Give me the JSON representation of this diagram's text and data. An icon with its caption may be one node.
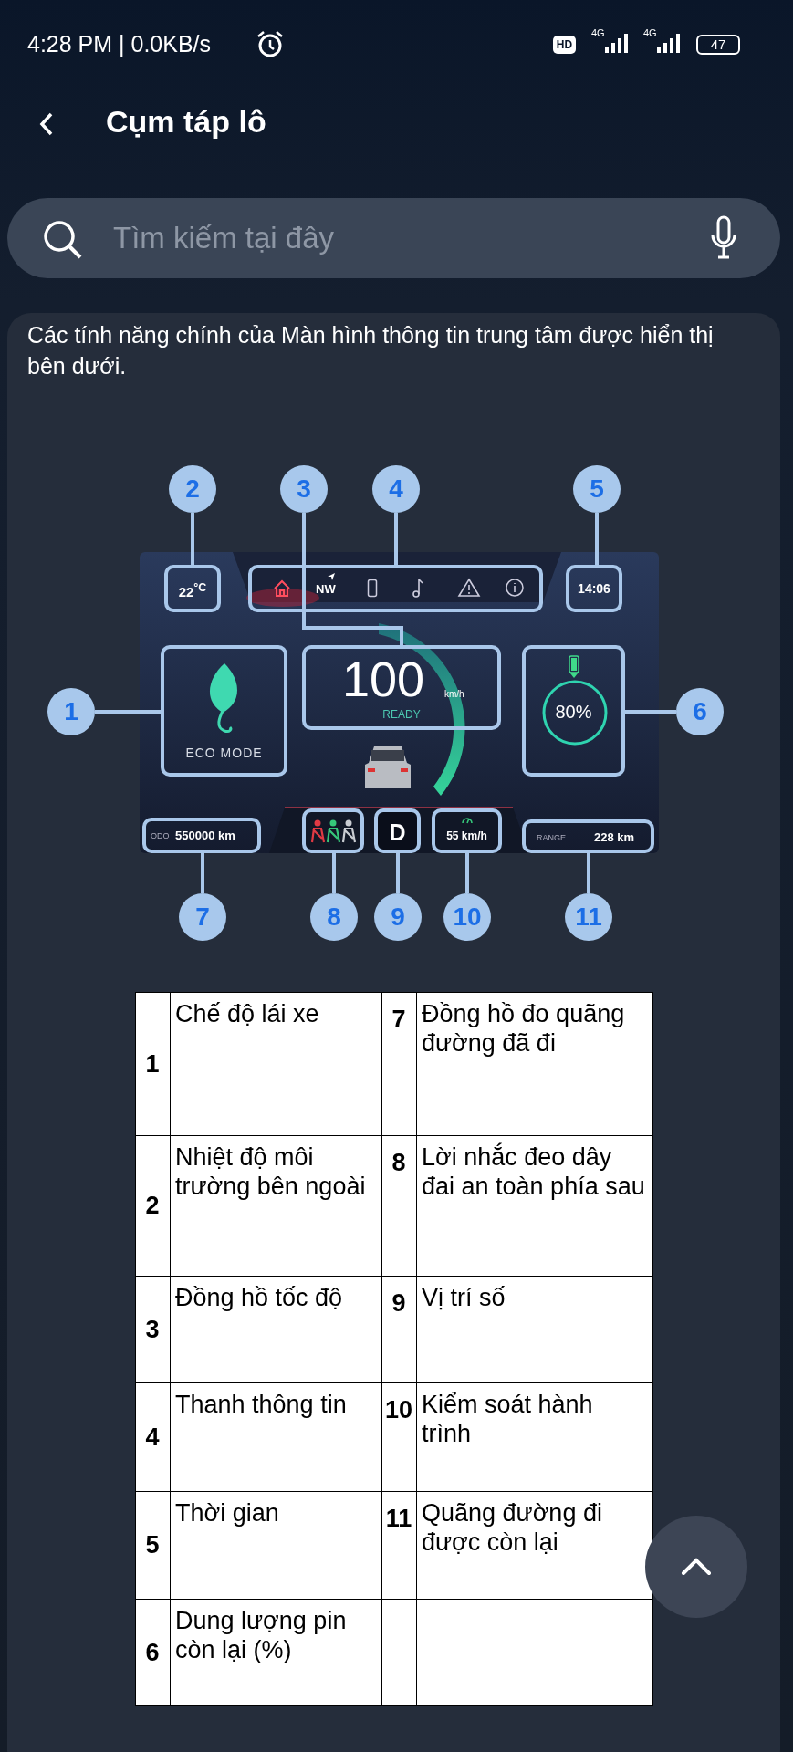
{
  "diagram": {
    "title": "Cụm táp lô",
    "nodes": [
      {
        "text": [
          "2"
        ]
      },
      {
        "text": [
          "3"
        ]
      },
      {
        "text": [
          "4"
        ]
      },
      {
        "text": [
          "5"
        ]
      },
      {
        "text": [
          "22$^{°C}$"
        ]
      },
      {
        "text": [
          "NW"
        ]
      },
      {
        "text": [
          "14:06"
        ]
      },
      {
        "text": [
          "1"
        ]
      },
      {
        "text": [
          "ECO MODE"
        ]
      },
      {
        "text": [
          "100",
          "km/h",
          "READY"
        ]
      },
      {
        "text": [
          "80%"
        ]
      },
      {
        "text": [
          "6"
        ]
      },
      {
        "text": [
          "ODO",
          "550000 km"
        ]
      },
      {
        "text": [],
        "shape": "picture"
      },
      {
        "text": [
          "D"
        ]
      },
      {
        "text": [
          "55 km/h"
        ]
      },
      {
        "text": [
          "RANGE",
          "228 km"
        ]
      },
      {
        "text": [
          "7"
        ]
      },
      {
        "text": [
          "8"
        ]
      },
      {
        "text": [
          "9"
        ]
      },
      {
        "text": [
          "10"
        ]
      },
      {
        "text": [
          "11"
        ]
      }
    ],
    "edges": [
      {
        "from": 0,
        "to": 4,
        "arrow": "none"
      },
      {
        "from": 1,
        "to": 9,
        "arrow": "none"
      },
      {
        "from": 2,
        "to": 5,
        "arrow": "none"
      },
      {
        "from": 3,
        "to": 6,
        "arrow": "none"
      },
      {
        "from": 7,
        "to": 8,
        "arrow": "none"
      },
      {
        "from": 11,
        "to": 10,
        "arrow": "none"
      },
      {
        "from": 17,
        "to": 12,
        "arrow": "none"
      },
      {
        "from": 18,
        "to": 13,
        "arrow": "none"
      },
      {
        "from": 19,
        "to": 14,
        "arrow": "none"
      },
      {
        "from": 20,
        "to": 15,
        "arrow": "none"
      },
      {
        "from": 21,
        "to": 16,
        "arrow": "none"
      }
    ],
    "labels": [
      "4:28 PM | 0.0KB/s",
      "HD",
      "4G",
      "4G",
      "47",
      "Tìm kiếm tại đây",
      "Các tính năng chính của Màn hình thông tin trung tâm được hiển thị bên dưới.",
      "1",
      "Chế độ lái xe",
      "7",
      "Đồng hồ đo quãng đường đã đi",
      "2",
      "Nhiệt độ môi trường bên ngoài",
      "8",
      "Lời nhắc đeo dây đai an toàn phía sau",
      "3",
      "Đồng hồ tốc độ",
      "9",
      "Vị trí số",
      "4",
      "Thanh thông tin",
      "10",
      "Kiểm soát hành trình",
      "5",
      "Thời gian",
      "11",
      "Quãng đường đi được còn lại",
      "6",
      "Dung lượng pin còn lại (%)"
    ]
  }
}
